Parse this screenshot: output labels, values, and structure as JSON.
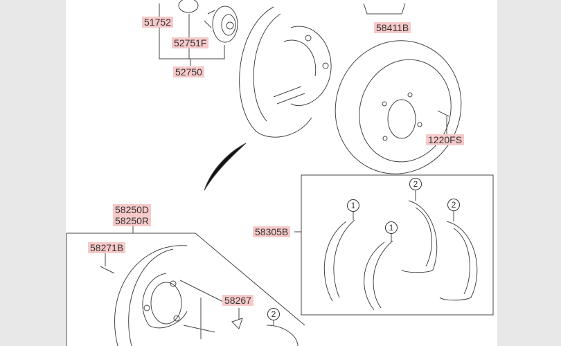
{
  "labels": {
    "p51752": "51752",
    "p52751F": "52751F",
    "p52750": "52750",
    "p58411B": "58411B",
    "p1220FS": "1220FS",
    "p58250D": "58250D",
    "p58250R": "58250R",
    "p58305B": "58305B",
    "p58271B": "58271B",
    "p58267": "58267"
  },
  "callouts": {
    "one": "1",
    "two": "2"
  }
}
